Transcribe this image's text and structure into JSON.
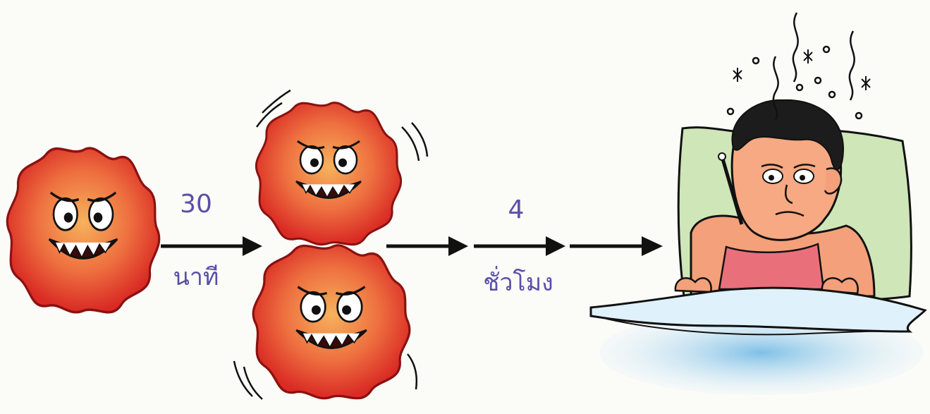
{
  "diagram": {
    "steps": [
      {
        "duration_value": "30",
        "duration_unit": "นาที"
      },
      {
        "duration_value": "4",
        "duration_unit": "ชั่วโมง"
      }
    ],
    "stages": [
      {
        "icon": "germ-single-icon"
      },
      {
        "icon": "germ-pair-icon"
      },
      {
        "icon": "sick-person-in-bed-icon"
      }
    ]
  },
  "colors": {
    "label_text": "#5a4fa6",
    "germ_body": "#e8452e",
    "germ_center": "#f39a4e",
    "arrow": "#111111",
    "pillow": "#cfe6b8",
    "blanket": "#9fd3ec",
    "skin": "#f4a07a"
  }
}
